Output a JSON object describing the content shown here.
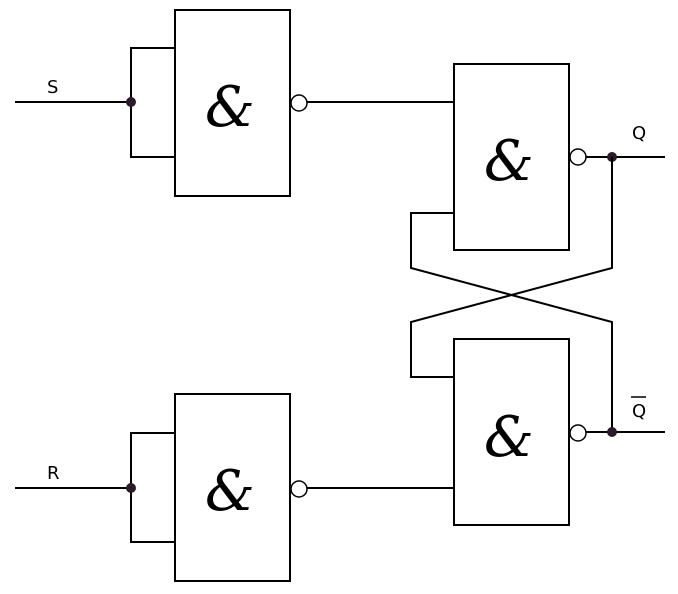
{
  "diagram": {
    "gate_symbol": "&",
    "inputs": {
      "s": "S",
      "r": "R"
    },
    "outputs": {
      "q": "Q",
      "q_bar": "Q"
    },
    "q_bar_overline": true
  }
}
